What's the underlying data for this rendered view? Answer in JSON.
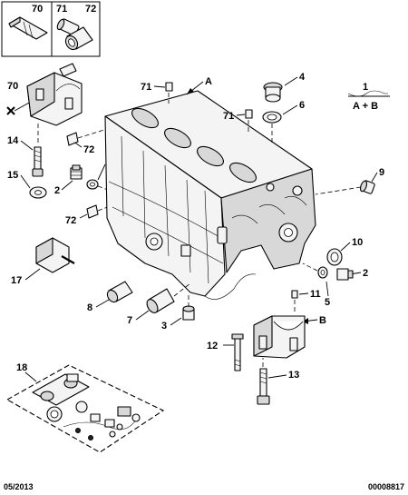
{
  "header_boxes": [
    "70",
    "71",
    "72"
  ],
  "callouts": {
    "c70": "70",
    "c14": "14",
    "c15": "15",
    "c72a": "72",
    "c2a": "2",
    "c5a": "5",
    "c72b": "72",
    "c71a": "71",
    "cA": "A",
    "c71b": "71",
    "c4": "4",
    "c6": "6",
    "c9": "9",
    "c10": "10",
    "c2b": "2",
    "c5b": "5",
    "c11": "11",
    "cB": "B",
    "c17": "17",
    "c8": "8",
    "c7": "7",
    "c3": "3",
    "c12": "12",
    "c13": "13",
    "c18": "18"
  },
  "legend": {
    "number": "1",
    "text": "A + B"
  },
  "footer": {
    "date": "05/2013",
    "ref": "00008817"
  }
}
